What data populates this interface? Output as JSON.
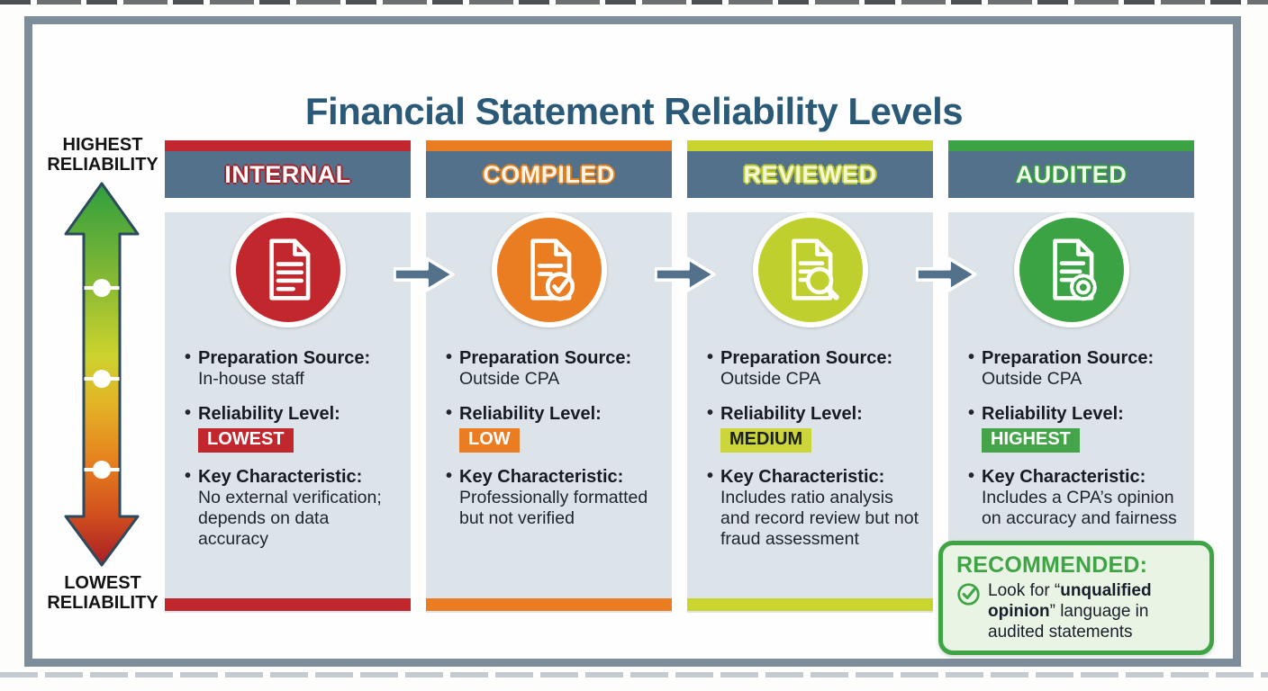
{
  "title": "Financial Statement Reliability Levels",
  "colors": {
    "title_text": "#2a5a78",
    "header_band": "#54718c",
    "card_background": "#dde4e9",
    "frame_border": "#7e8d9a",
    "internal_accent": "#c1272d",
    "compiled_accent": "#ea7c22",
    "reviewed_accent": "#c9d42f",
    "audited_accent": "#3ca344",
    "recommended_border": "#3fa446",
    "recommended_background": "#e9f4e4"
  },
  "reliability_scale": {
    "top_label": "HIGHEST RELIABILITY",
    "bottom_label": "LOWEST RELIABILITY",
    "icon": "gradient-double-arrow-icon",
    "gradient_top_color": "#2f9e3e",
    "gradient_bottom_color": "#a81e24"
  },
  "columns": [
    {
      "name": "INTERNAL",
      "icon": "document-icon",
      "accent": "#c1272d",
      "preparation_label": "Preparation Source:",
      "preparation_value": "In-house staff",
      "reliability_label": "Reliability Level:",
      "reliability_badge": "LOWEST",
      "characteristic_label": "Key Characteristic:",
      "characteristic_value": "No external verification; depends on data accuracy"
    },
    {
      "name": "COMPILED",
      "icon": "document-check-icon",
      "accent": "#ea7c22",
      "preparation_label": "Preparation Source:",
      "preparation_value": "Outside CPA",
      "reliability_label": "Reliability Level:",
      "reliability_badge": "LOW",
      "characteristic_label": "Key Characteristic:",
      "characteristic_value": "Professionally formatted but not verified"
    },
    {
      "name": "REVIEWED",
      "icon": "document-magnifier-icon",
      "accent": "#c9d42f",
      "preparation_label": "Preparation Source:",
      "preparation_value": "Outside CPA",
      "reliability_label": "Reliability Level:",
      "reliability_badge": "MEDIUM",
      "characteristic_label": "Key Characteristic:",
      "characteristic_value": "Includes ratio analysis and record review but not fraud assessment"
    },
    {
      "name": "AUDITED",
      "icon": "document-seal-icon",
      "accent": "#3ca344",
      "preparation_label": "Preparation Source:",
      "preparation_value": "Outside CPA",
      "reliability_label": "Reliability Level:",
      "reliability_badge": "HIGHEST",
      "characteristic_label": "Key Characteristic:",
      "characteristic_value": "Includes a CPA’s opinion on accuracy and fairness"
    }
  ],
  "recommended": {
    "title": "RECOMMENDED:",
    "icon": "check-circle-icon",
    "text_prefix": "Look for “",
    "text_bold": "unqualified opinion",
    "text_suffix": "” language in audited statements"
  }
}
